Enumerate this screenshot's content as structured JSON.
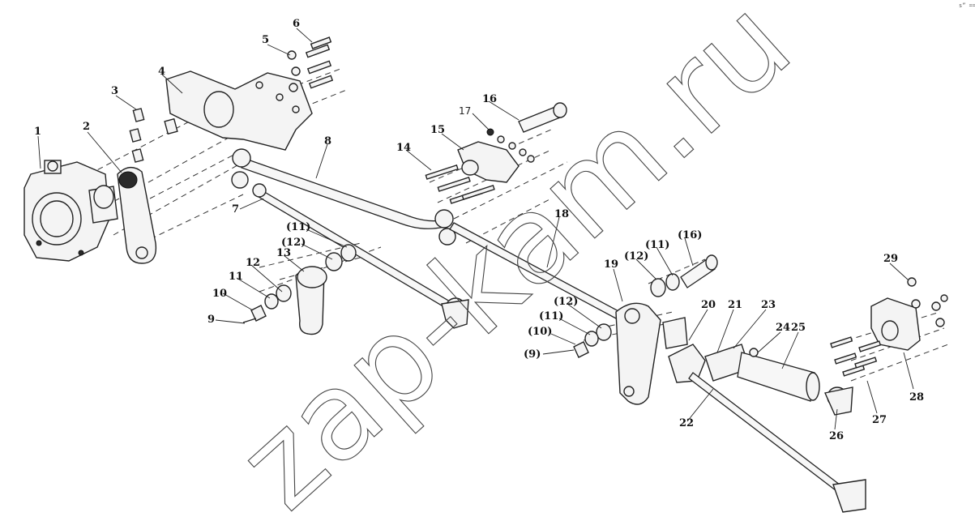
{
  "watermark": "zap-kam.ru",
  "corner_mark": "s” ==",
  "callouts": {
    "c1": "1",
    "c2": "2",
    "c3": "3",
    "c4": "4",
    "c5": "5",
    "c6": "6",
    "c7": "7",
    "c8": "8",
    "c9": "9",
    "c10": "10",
    "c11": "11",
    "c12": "12",
    "c13": "13",
    "c14": "14",
    "c15": "15",
    "c16": "16",
    "c17": "17",
    "c18": "18",
    "c19": "19",
    "c20": "20",
    "c21": "21",
    "c22": "22",
    "c23": "23",
    "c24": "24",
    "c25": "25",
    "c26": "26",
    "c27": "27",
    "c28": "28",
    "c29": "29",
    "p11a": "(11)",
    "p12a": "(12)",
    "p12b": "(12)",
    "p11b": "(11)",
    "p16": "(16)",
    "p12c": "(12)",
    "p11c": "(11)",
    "p10": "(10)",
    "p9": "(9)"
  }
}
